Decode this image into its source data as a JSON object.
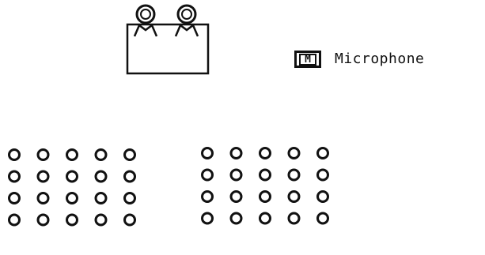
{
  "legend": {
    "symbol_letter": "M",
    "label": "Microphone"
  },
  "stage": {
    "performer_count": 2
  },
  "audience": {
    "sections": [
      {
        "rows": 4,
        "cols": 5
      },
      {
        "rows": 4,
        "cols": 5
      }
    ]
  },
  "colors": {
    "ink": "#111111",
    "background": "#ffffff"
  }
}
